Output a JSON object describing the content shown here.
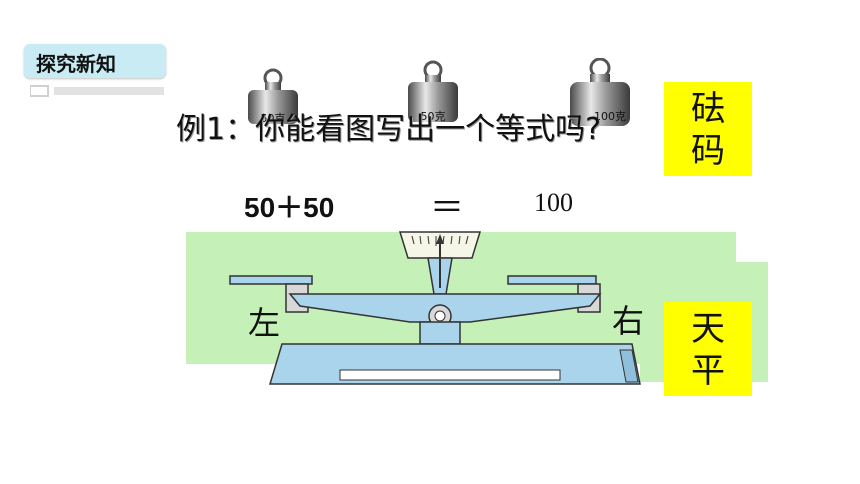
{
  "section_tag": "探究新知",
  "weights": [
    {
      "label": "50克"
    },
    {
      "label": "50克"
    },
    {
      "label": "100克"
    }
  ],
  "example_question": "例1：你能看图写出一个等式吗?",
  "equation": {
    "left": "50＋50",
    "equals": "＝",
    "right": "100"
  },
  "balance_sides": {
    "left": "左",
    "right": "右"
  },
  "labels": {
    "weights": "砝码",
    "balance": "天平"
  },
  "colors": {
    "tag_bg": "#c9ecf4",
    "label_bg": "#ffff00",
    "green_bg": "#c5f0b8",
    "scale_blue": "#a9d4ec"
  }
}
